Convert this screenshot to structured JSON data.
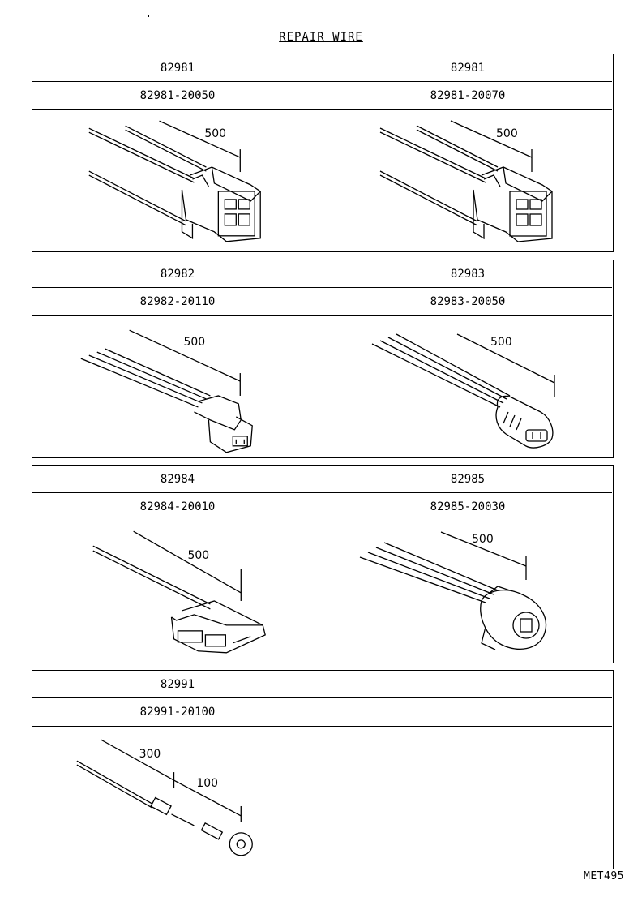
{
  "title": "REPAIR WIRE",
  "figure_code": "MET495",
  "blocks": [
    {
      "left": {
        "part": "82981",
        "part_no": "82981-20050",
        "dims": [
          "500"
        ]
      },
      "right": {
        "part": "82981",
        "part_no": "82981-20070",
        "dims": [
          "500"
        ]
      }
    },
    {
      "left": {
        "part": "82982",
        "part_no": "82982-20110",
        "dims": [
          "500"
        ]
      },
      "right": {
        "part": "82983",
        "part_no": "82983-20050",
        "dims": [
          "500"
        ]
      }
    },
    {
      "left": {
        "part": "82984",
        "part_no": "82984-20010",
        "dims": [
          "500"
        ]
      },
      "right": {
        "part": "82985",
        "part_no": "82985-20030",
        "dims": [
          "500"
        ]
      }
    },
    {
      "left": {
        "part": "82991",
        "part_no": "82991-20100",
        "dims": [
          "300",
          "100"
        ]
      },
      "right": {
        "part": "",
        "part_no": "",
        "dims": []
      }
    }
  ]
}
